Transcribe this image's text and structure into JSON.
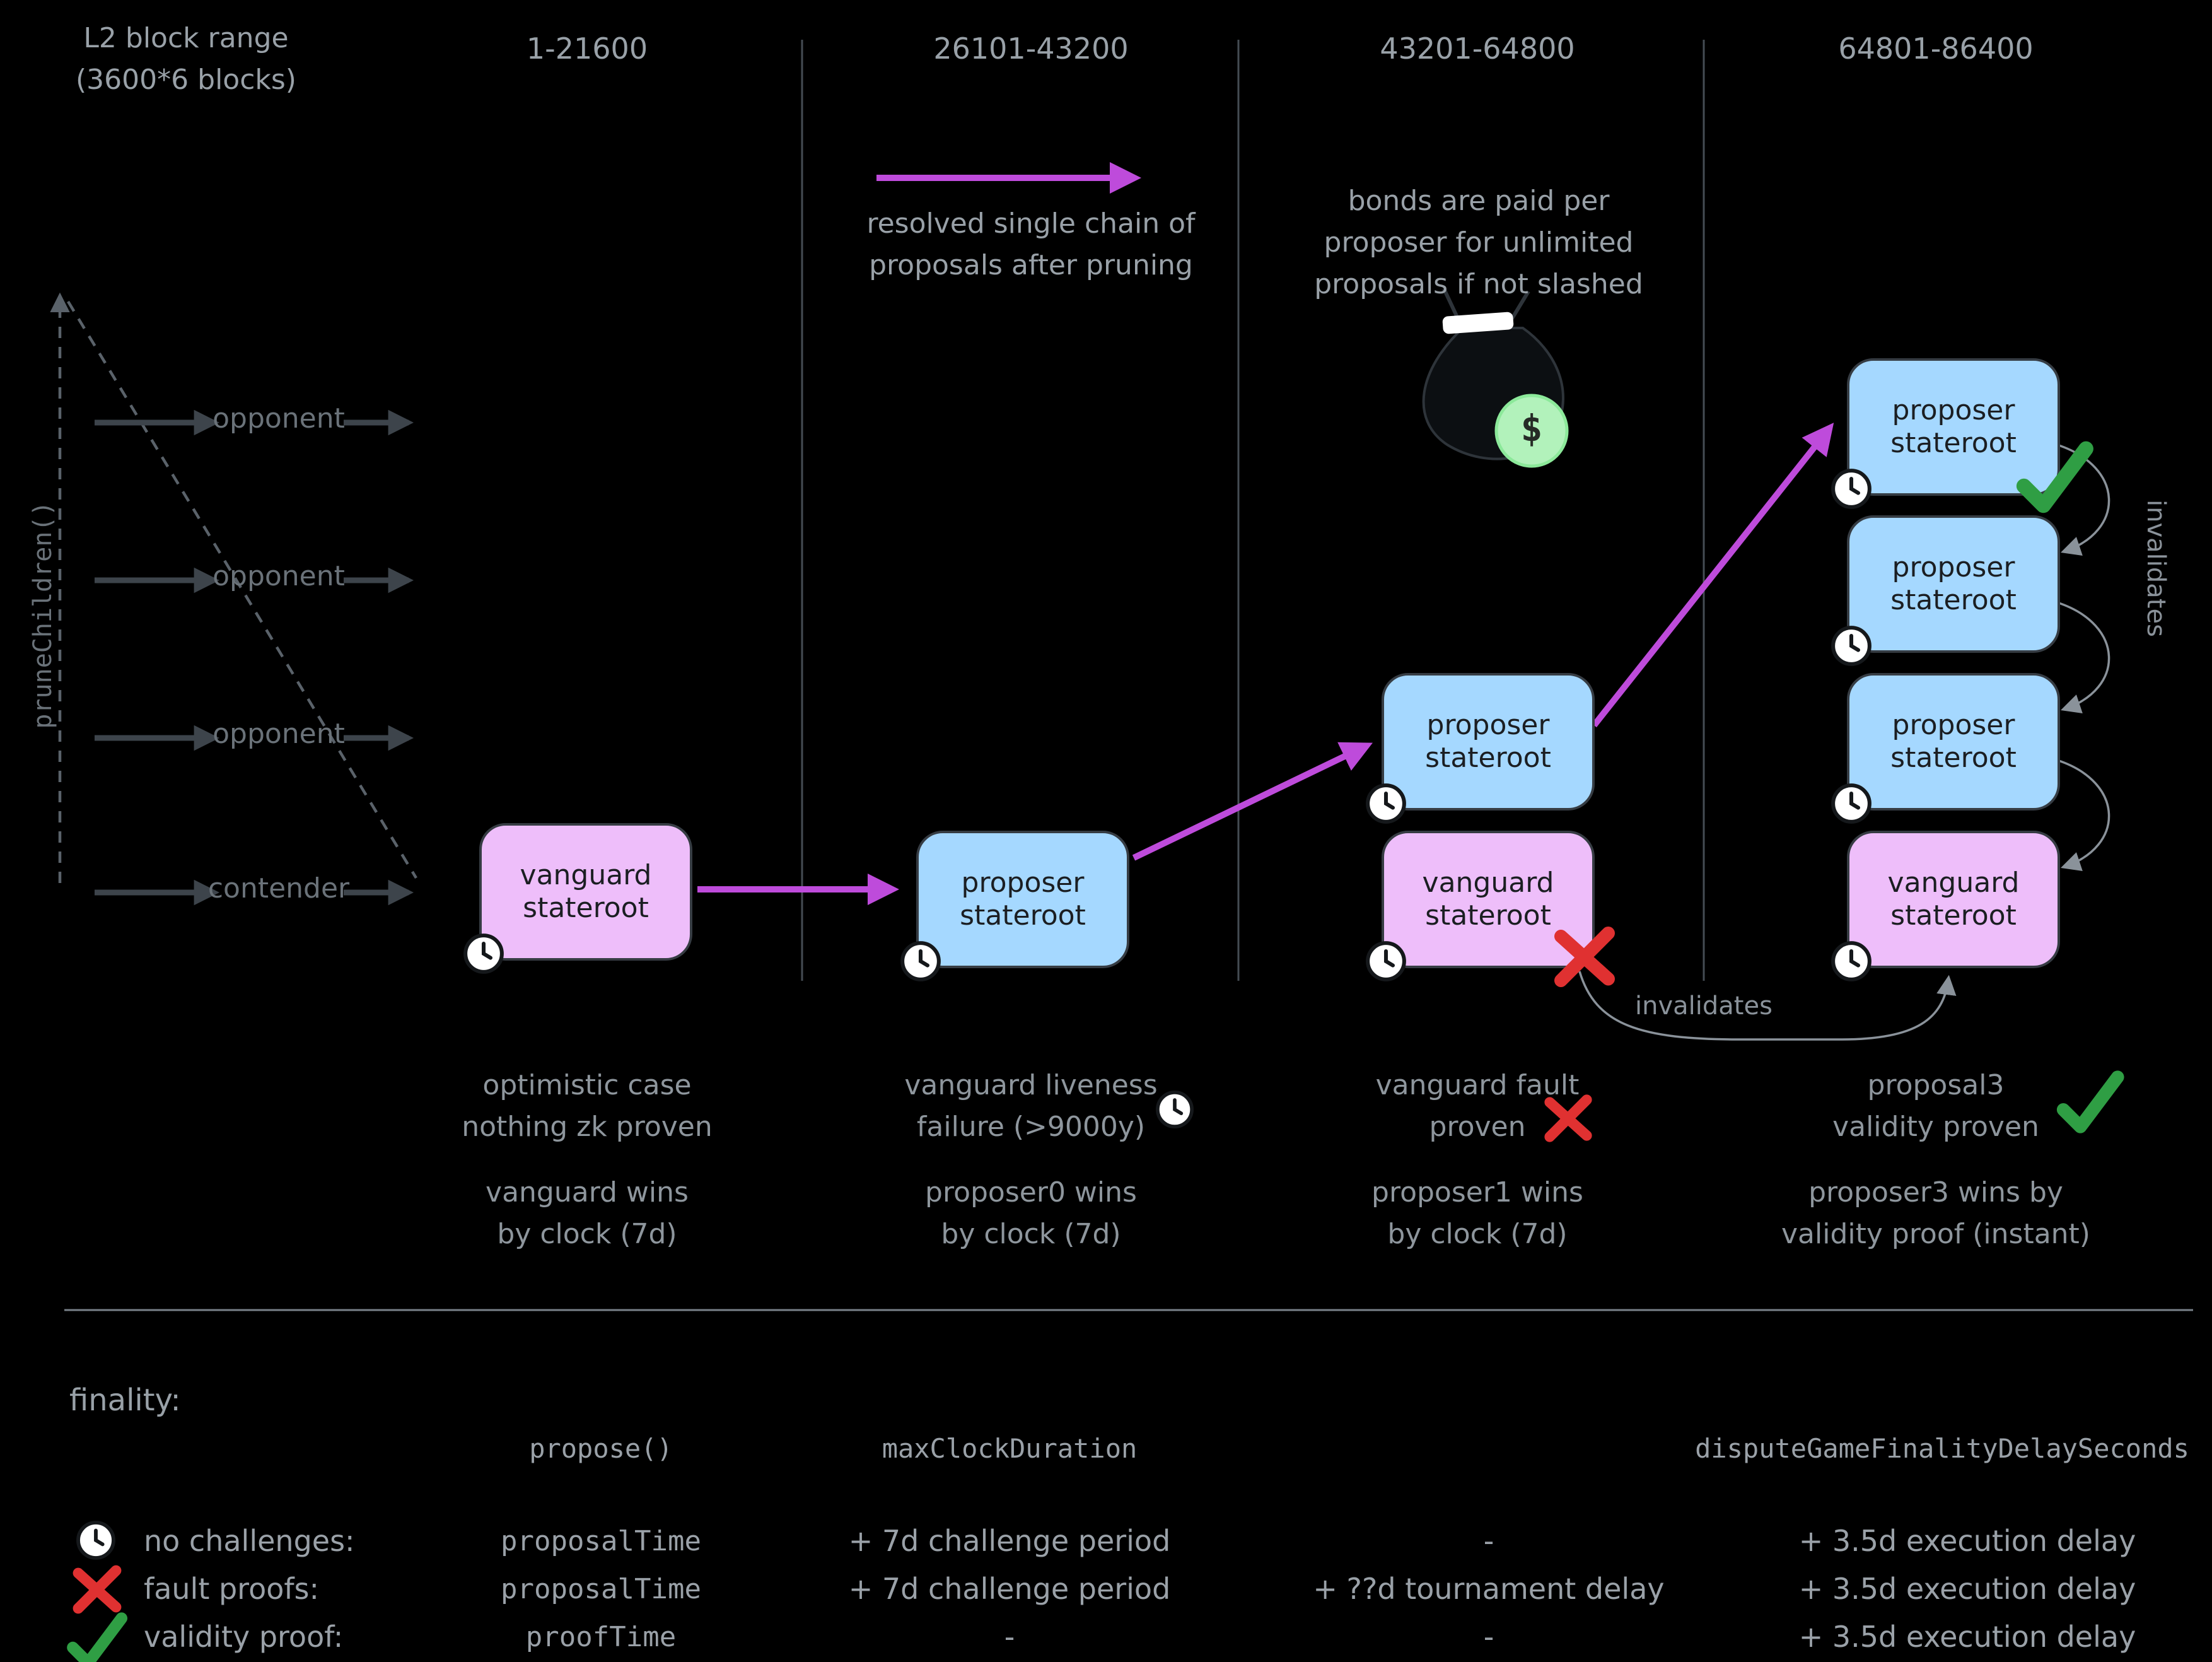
{
  "header": {
    "range_label": "L2 block range\n(3600*6 blocks)",
    "columns": [
      "1-21600",
      "26101-43200",
      "43201-64800",
      "64801-86400"
    ]
  },
  "left": {
    "prune_label": "pruneChildren()",
    "rows": [
      "opponent",
      "opponent",
      "opponent",
      "contender"
    ]
  },
  "notes": {
    "resolved": "resolved single chain of\nproposals after pruning",
    "bonds": "bonds are paid per\nproposer for unlimited\nproposals if not slashed",
    "dollar": "$",
    "invalidates_side": "invalidates",
    "invalidates_bottom": "invalidates"
  },
  "boxes": {
    "vanguard_label": "vanguard\nstateroot",
    "proposer_label": "proposer\nstateroot"
  },
  "captions": [
    {
      "result": "optimistic case\nnothing zk proven",
      "winner": "vanguard wins\nby clock (7d)"
    },
    {
      "result": "vanguard liveness\nfailure (>9000y)",
      "winner": "proposer0 wins\nby clock (7d)"
    },
    {
      "result": "vanguard fault\nproven",
      "winner": "proposer1 wins\nby clock (7d)"
    },
    {
      "result": "proposal3\nvalidity proven",
      "winner": "proposer3 wins by\nvalidity proof (instant)"
    }
  ],
  "finality": {
    "title": "finality:",
    "headers": {
      "propose": "propose()",
      "max_clock": "maxClockDuration",
      "dispute_delay": "disputeGameFinalityDelaySeconds"
    },
    "rows": [
      {
        "label": "no challenges:",
        "propose": "proposalTime",
        "max_clock": "+ 7d challenge period",
        "tournament": "-",
        "delay": "+ 3.5d execution delay"
      },
      {
        "label": "fault proofs:",
        "propose": "proposalTime",
        "max_clock": "+ 7d challenge period",
        "tournament": "+ ??d tournament delay",
        "delay": "+ 3.5d execution delay"
      },
      {
        "label": "validity proof:",
        "propose": "proofTime",
        "max_clock": "-",
        "tournament": "-",
        "delay": "+ 3.5d execution delay"
      }
    ]
  },
  "colors": {
    "background": "#000000",
    "accent_purple": "#be4bdb",
    "vanguard_pink": "#eebefa",
    "proposer_blue": "#a5d8ff",
    "fail_red": "#e03131",
    "ok_green": "#2f9e44",
    "money_green": "#b2f2bb",
    "text_gray": "#99a1a8"
  }
}
